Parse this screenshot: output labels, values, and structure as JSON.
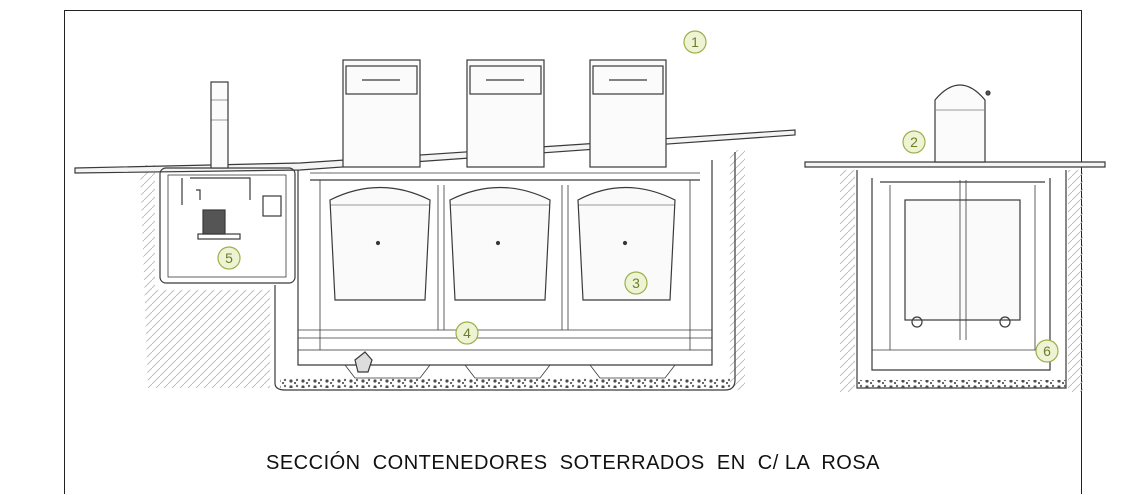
{
  "caption": "SECCIÓN  CONTENEDORES  SOTERRADOS  EN  C/ LA  ROSA",
  "markers": [
    "1",
    "2",
    "3",
    "4",
    "5",
    "6"
  ],
  "colors": {
    "line": "#3a3a3a",
    "marker_fill": "#eef3d4",
    "marker_stroke": "#9bb04a",
    "marker_text": "#6d7d2b",
    "soil": "#b9b9b9",
    "gravel": "#555555"
  }
}
